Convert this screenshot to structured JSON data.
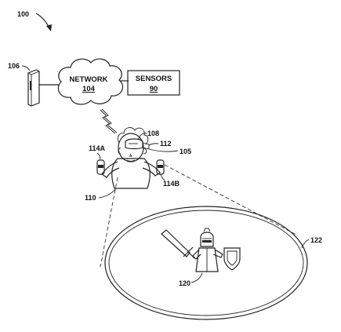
{
  "figure": {
    "figure_number": "100",
    "server_ref": "106",
    "network": {
      "name": "NETWORK",
      "ref": "104"
    },
    "sensors": {
      "name": "SENSORS",
      "ref": "90"
    },
    "hmd_ref": "108",
    "display_ref": "112",
    "line_ref": "105",
    "left_controller_ref": "114A",
    "right_controller_ref": "114B",
    "user_ref": "110",
    "avatar_ref": "120",
    "environment_ref": "122"
  }
}
